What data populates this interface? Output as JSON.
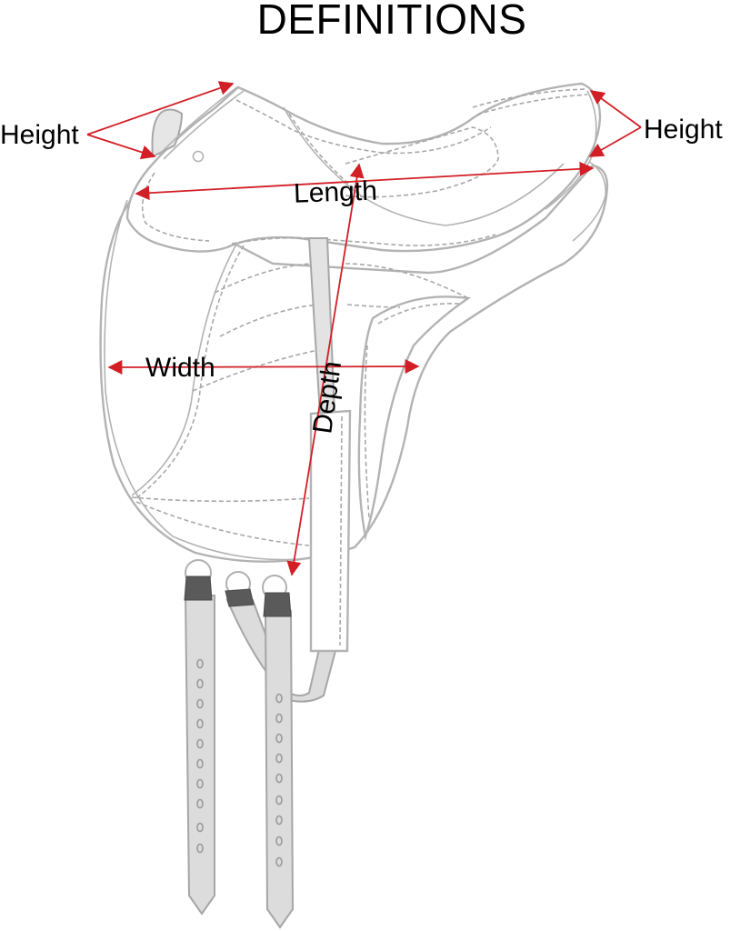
{
  "title": "DEFINITIONS",
  "labels": {
    "height_left": "Height",
    "height_right": "Height",
    "length": "Length",
    "width": "Width",
    "depth": "Depth"
  },
  "colors": {
    "arrow": "#d21f26",
    "outline": "#b3b3b3",
    "strap_fill": "#dcdcdc",
    "buckle": "#5a5a5a",
    "text": "#000000"
  },
  "subject": "saddle",
  "measurements": [
    {
      "name": "Height",
      "position": "pommel",
      "arrows": 2
    },
    {
      "name": "Height",
      "position": "cantle",
      "arrows": 2
    },
    {
      "name": "Length",
      "direction": "horizontal",
      "arrows": 2
    },
    {
      "name": "Width",
      "direction": "horizontal",
      "arrows": 2
    },
    {
      "name": "Depth",
      "direction": "vertical",
      "arrows": 2
    }
  ]
}
